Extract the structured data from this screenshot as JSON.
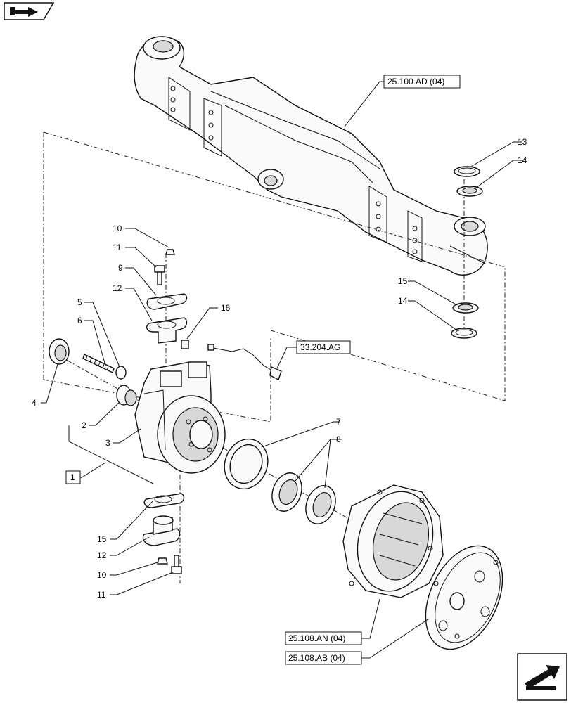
{
  "callouts": [
    {
      "id": "c1",
      "text": "1"
    },
    {
      "id": "c2",
      "text": "2"
    },
    {
      "id": "c3",
      "text": "3"
    },
    {
      "id": "c4",
      "text": "4"
    },
    {
      "id": "c5",
      "text": "5"
    },
    {
      "id": "c6",
      "text": "6"
    },
    {
      "id": "c7",
      "text": "7"
    },
    {
      "id": "c8",
      "text": "8"
    },
    {
      "id": "c9",
      "text": "9"
    },
    {
      "id": "c10a",
      "text": "10"
    },
    {
      "id": "c10b",
      "text": "10"
    },
    {
      "id": "c11a",
      "text": "11"
    },
    {
      "id": "c11b",
      "text": "11"
    },
    {
      "id": "c12a",
      "text": "12"
    },
    {
      "id": "c12b",
      "text": "12"
    },
    {
      "id": "c13",
      "text": "13"
    },
    {
      "id": "c14a",
      "text": "14"
    },
    {
      "id": "c14b",
      "text": "14"
    },
    {
      "id": "c15a",
      "text": "15"
    },
    {
      "id": "c15b",
      "text": "15"
    },
    {
      "id": "c16",
      "text": "16"
    }
  ],
  "references": {
    "axle_housing": "25.100.AD (04)",
    "sensor": "33.204.AG",
    "planetary_housing": "25.108.AN (04)",
    "planetary_cover": "25.108.AB (04)"
  },
  "icons": {
    "top_left": "book-arrow-icon",
    "bottom_right": "next-page-arrow-icon"
  }
}
